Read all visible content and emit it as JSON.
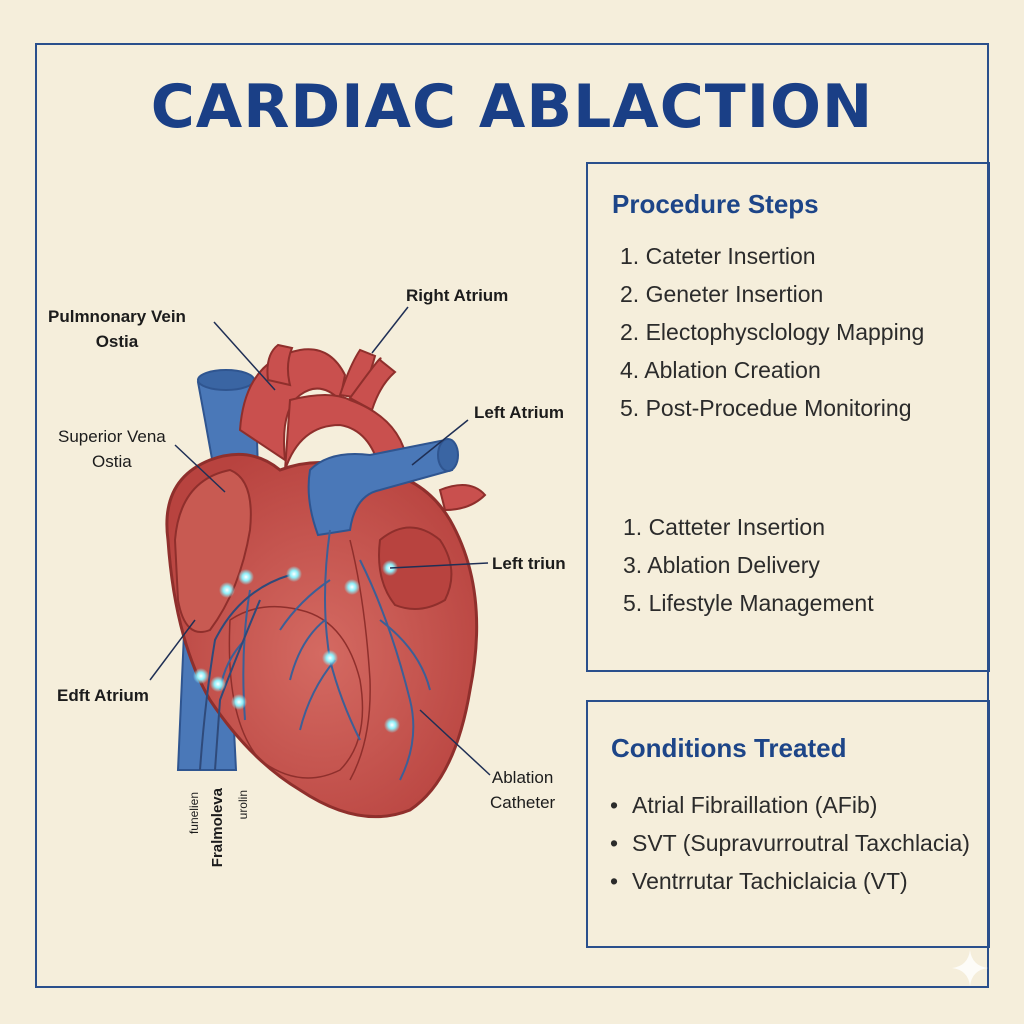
{
  "title": "CARDIAC ABLACTION",
  "procedure_panel": {
    "heading": "Procedure Steps",
    "steps": [
      "1. Cateter Insertion",
      "2. Geneter Insertion",
      "2. Electophysclology Mapping",
      "4. Ablation Creation",
      "5. Post-Procedue Monitoring"
    ],
    "steps_extra": [
      "1. Catteter Insertion",
      "3. Ablation Delivery",
      "5. Lifestyle Management"
    ]
  },
  "conditions_panel": {
    "heading": "Conditions Treated",
    "items": [
      "Atrial Fibraillation (AFib)",
      "SVT (Supravurroutral Taxchlacia)",
      "Ventrrutar Tachiclaicia (VT)"
    ],
    "bullet": "•"
  },
  "diagram_labels": {
    "pulmonary_line1": "Pulmnonary Vein",
    "pulmonary_line2": "Ostia",
    "superior_line1": "Superior Vena",
    "superior_line2": "Ostia",
    "edft_atrium": "Edft Atrium",
    "right_atrium": "Right Atrium",
    "left_atrium": "Left Atrium",
    "left_triun": "Left triun",
    "ablation_line1": "Ablation",
    "ablation_line2": "Catheter",
    "bottom_a": "funelien",
    "bottom_b": "Fralmoleva",
    "bottom_c": "urolin"
  },
  "colors": {
    "title": "#1a3f86",
    "frame": "#2a4f8c",
    "heart_red": "#c9504e",
    "vessel_blue": "#4a78b8",
    "ablation_point": "#7fe3f0"
  }
}
